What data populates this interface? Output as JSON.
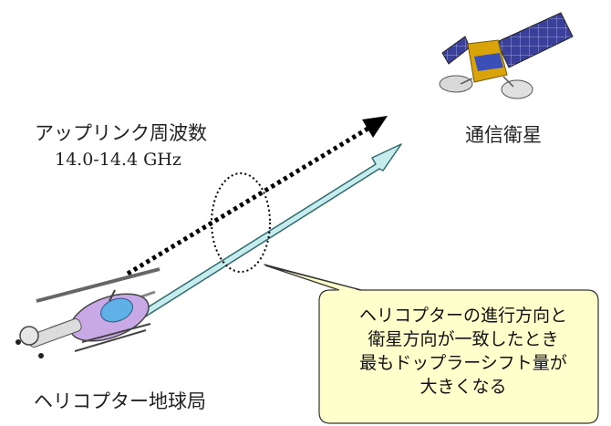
{
  "labels": {
    "uplink_title": "アップリンク周波数",
    "uplink_band": "14.0-14.4 GHz",
    "satellite": "通信衛星",
    "helicopter": "ヘリコプター地球局"
  },
  "callout": {
    "lines": [
      "ヘリコプターの進行方向と",
      "衛星方向が一致したとき",
      "最もドップラーシフト量が",
      "大きくなる"
    ]
  },
  "colors": {
    "beam_fill": "#c6ecee",
    "beam_stroke": "#2f6b70",
    "dotted_arrow": "#000000",
    "callout_fill": "#ffffcc",
    "callout_stroke": "#333333",
    "satellite_panel": "#3a3f9a",
    "satellite_body": "#d8a40a",
    "heli_body": "#c9a8e6"
  }
}
